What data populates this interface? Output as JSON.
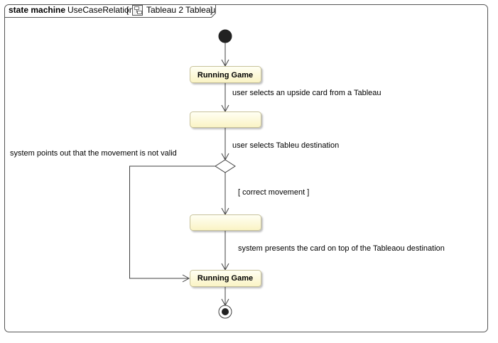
{
  "frame": {
    "kind": "state machine",
    "name": "UseCaseRelation",
    "context": "Tableau 2 Tableau",
    "open_bracket": "[",
    "close_bracket": "]",
    "icon": "class-diagram-icon"
  },
  "colors": {
    "state_fill_top": "#fffff0",
    "state_fill_bottom": "#fbf5c8",
    "state_stroke": "#c8c29a",
    "line": "#404040",
    "initial_fill": "#222222"
  },
  "states": {
    "running_game_top": "Running Game",
    "unnamed_1": "",
    "unnamed_2": "",
    "running_game_bottom": "Running Game"
  },
  "transitions": {
    "select_upside_card": "user selects an upside card from a Tableau",
    "select_destination": "user selects Tableu destination",
    "invalid_movement": "system points out that the movement is not valid",
    "guard_correct": "[ correct movement ]",
    "present_card": "system presents the card on top of the Tableaou destination"
  }
}
